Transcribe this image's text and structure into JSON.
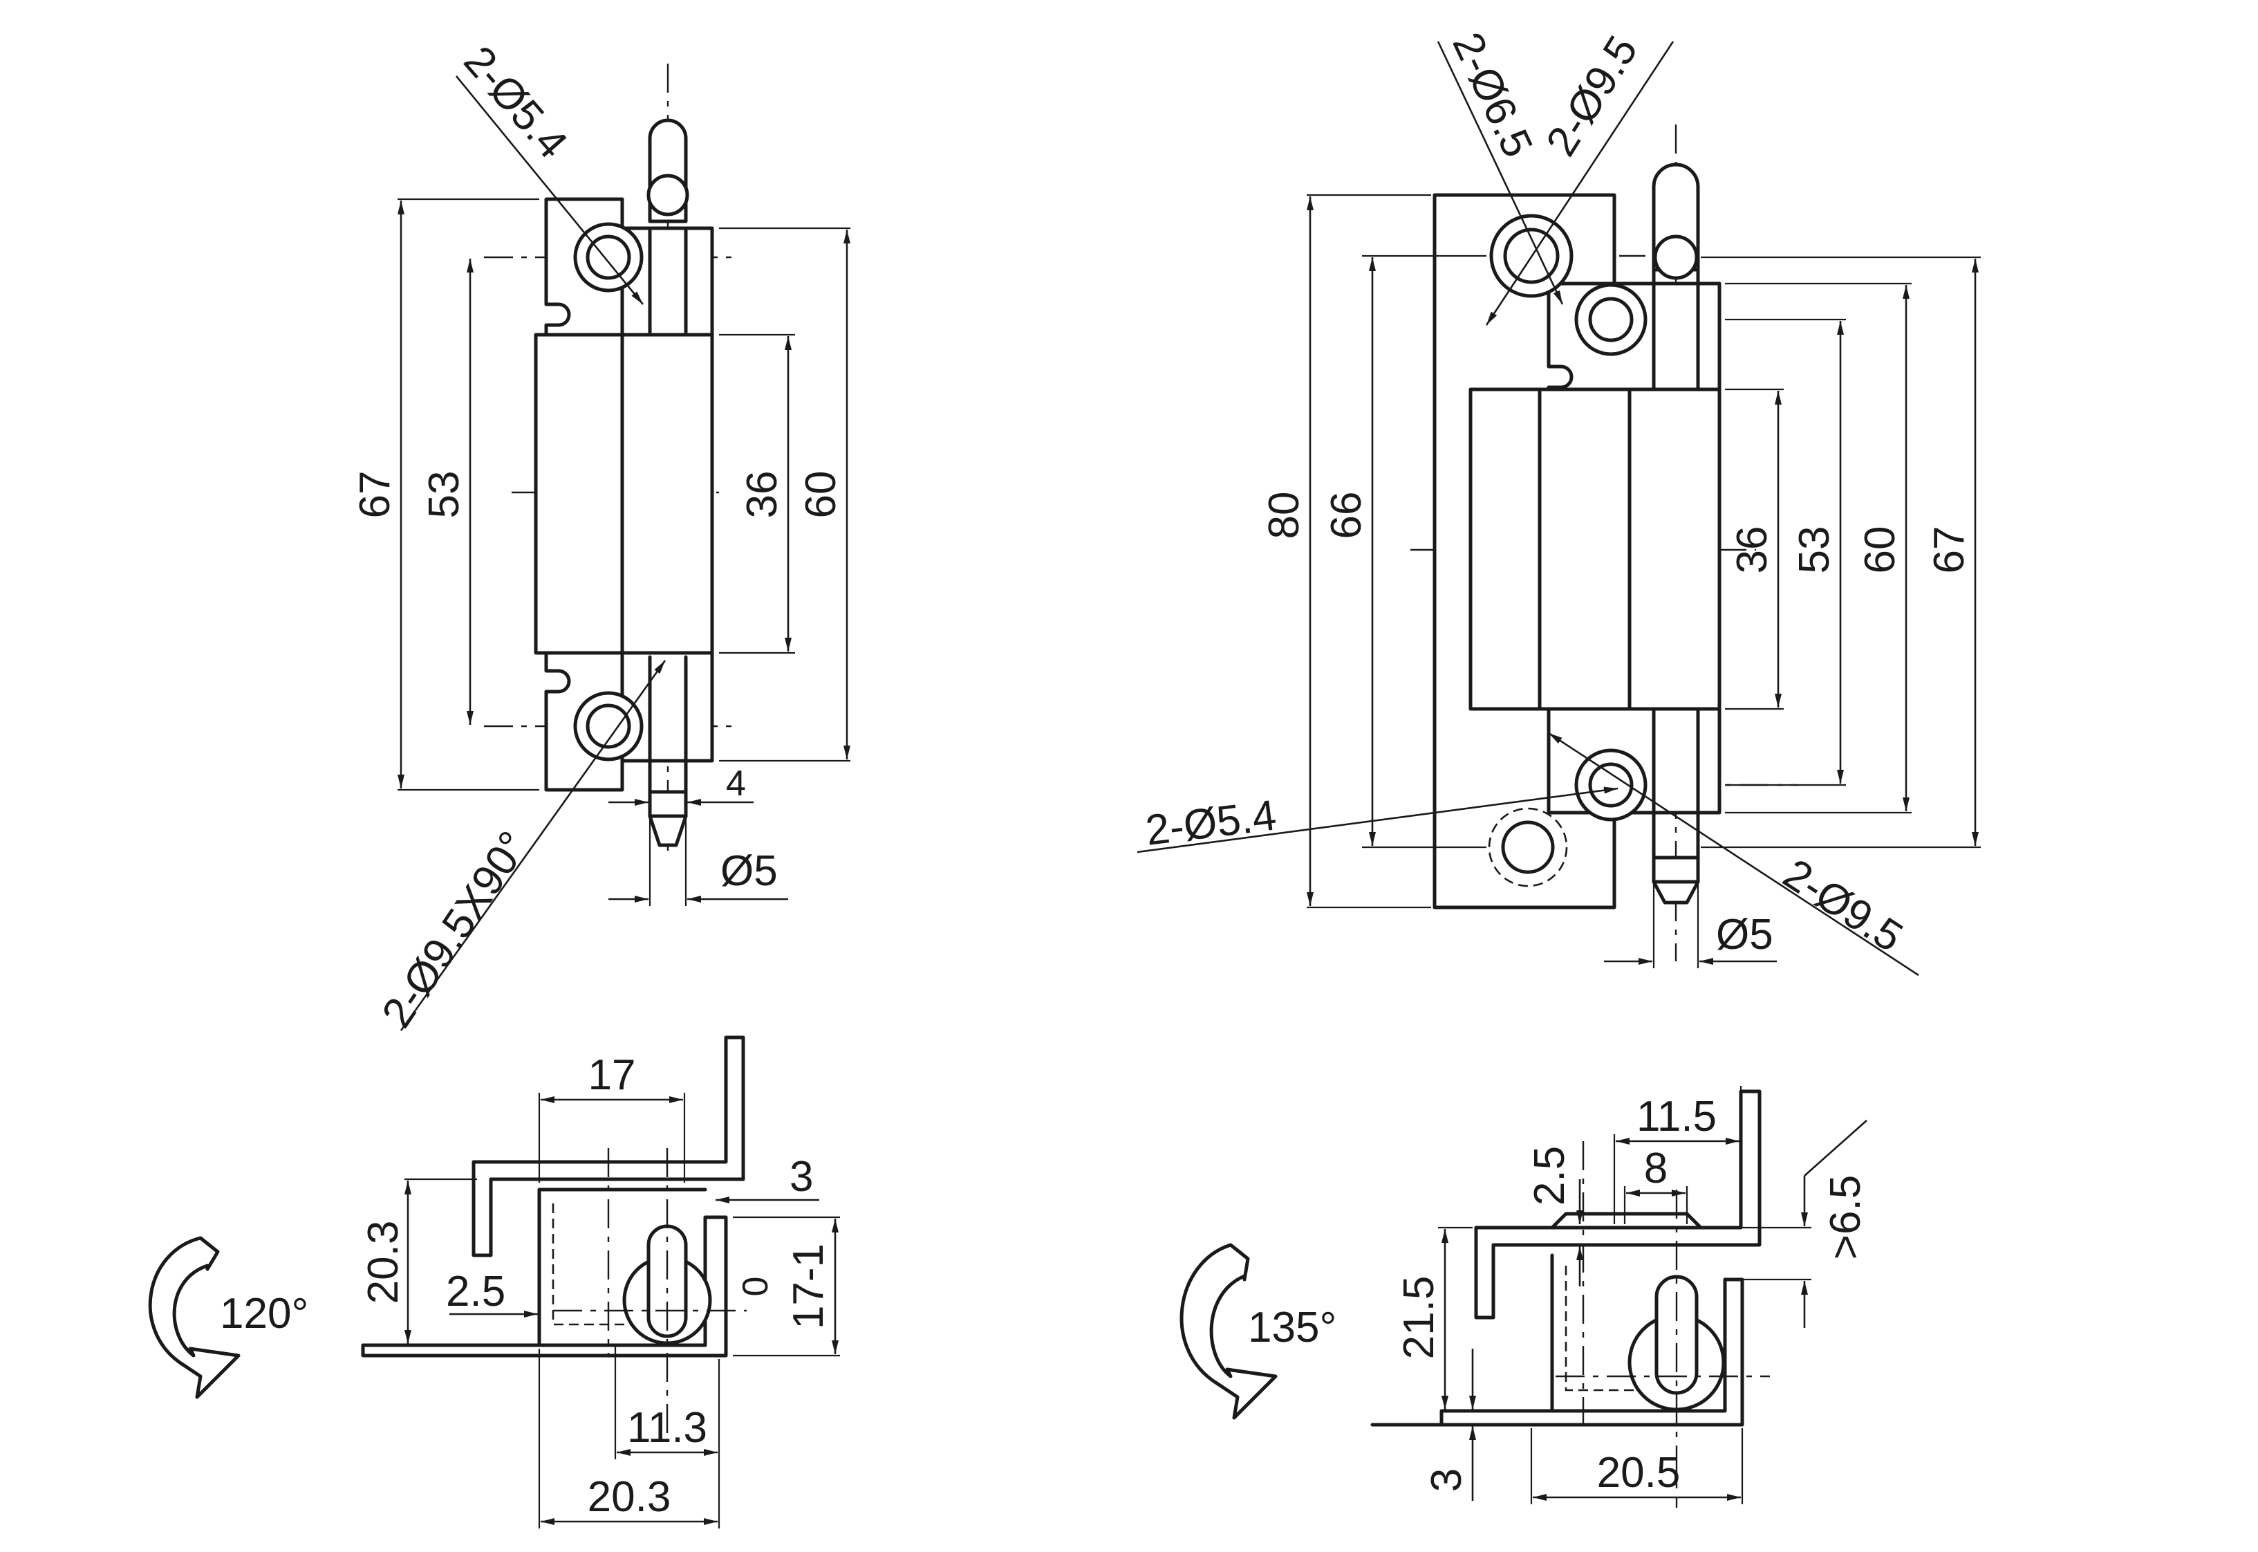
{
  "front_view_small": {
    "dimensions": {
      "overall_height": "67",
      "hole_pitch": "53",
      "knuckle_length": "36",
      "leaf_height": "60",
      "pin_offset": "4",
      "pin_diameter": "Ø5"
    },
    "callouts": {
      "top_holes": "2-Ø5.4",
      "bottom_holes": "2-Ø9.5X90°"
    }
  },
  "front_view_large": {
    "dimensions": {
      "overall_height": "80",
      "hole_pitch": "66",
      "knuckle_length": "36",
      "inner_hole_pitch": "53",
      "leaf_height": "60",
      "total_height": "67",
      "pin_diameter": "Ø5"
    },
    "callouts": {
      "top_left_holes": "2-Ø6.5",
      "top_right_holes": "2-Ø9.5",
      "left_holes": "2-Ø5.4",
      "bottom_right_holes": "2-Ø9.5"
    }
  },
  "side_view_small": {
    "dimensions": {
      "leaf_width": "17",
      "thickness": "3",
      "height": "20.3",
      "offset": "2.5",
      "zero": "0",
      "tolerance": "17-1",
      "pin_offset": "11.3",
      "base_width": "20.3"
    },
    "rotation_angle": "120°"
  },
  "side_view_large": {
    "dimensions": {
      "leaf_width": "11.5",
      "inner_width": "8",
      "offset": "2.5",
      "min_gap": ">6.5",
      "height": "21.5",
      "thickness": "3",
      "base_width": "20.5"
    },
    "rotation_angle": "135°"
  }
}
